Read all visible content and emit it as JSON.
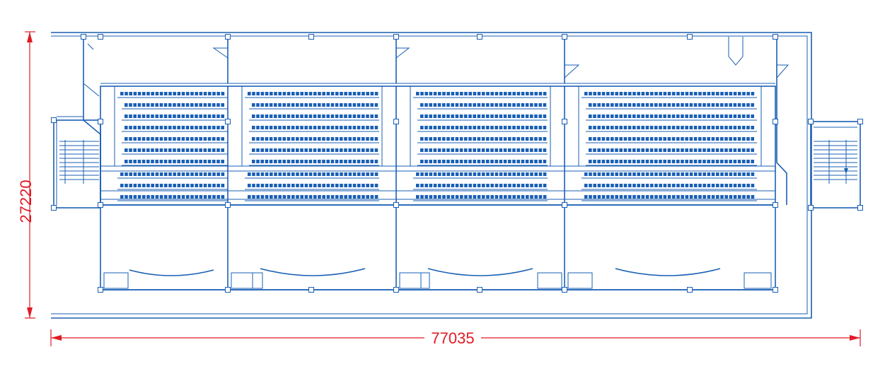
{
  "dimensions": {
    "width_label": "77035",
    "height_label": "27220"
  },
  "colors": {
    "wall": "#1a5fb4",
    "dimension": "#e01b24",
    "background": "#ffffff"
  },
  "plan": {
    "classrooms": 4,
    "seat_rows_upper": 7,
    "seat_rows_lower": 3,
    "stairwells": 2
  }
}
